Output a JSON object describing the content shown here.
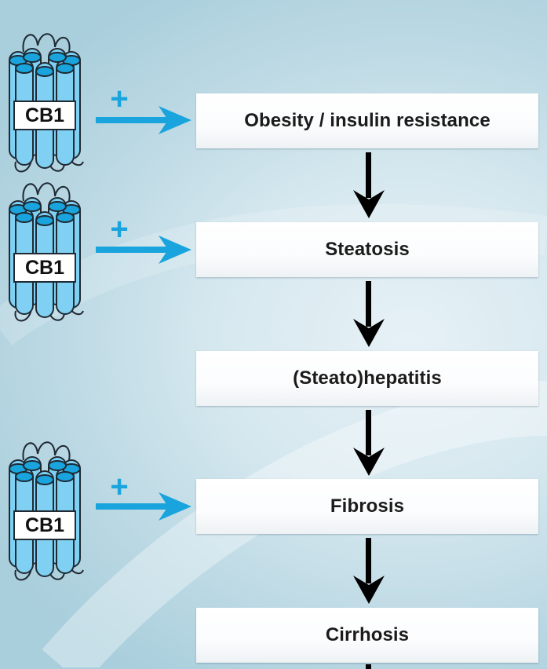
{
  "colors": {
    "accent_blue": "#1aa4dd",
    "helix_blue": "#7fd0f3",
    "outline": "#1f2a33",
    "box_text": "#1b1b1b"
  },
  "stages": [
    {
      "label": "Obesity / insulin resistance"
    },
    {
      "label": "Steatosis"
    },
    {
      "label": "(Steato)hepatitis"
    },
    {
      "label": "Fibrosis"
    },
    {
      "label": "Cirrhosis"
    }
  ],
  "receptors": [
    {
      "label": "CB1",
      "effect": "+",
      "targets": "Obesity / insulin resistance"
    },
    {
      "label": "CB1",
      "effect": "+",
      "targets": "Steatosis"
    },
    {
      "label": "CB1",
      "effect": "+",
      "targets": "Fibrosis"
    }
  ],
  "icons": {
    "receptor": "seven-transmembrane-receptor-icon",
    "down": "arrow-down-icon",
    "right": "arrow-right-icon"
  }
}
